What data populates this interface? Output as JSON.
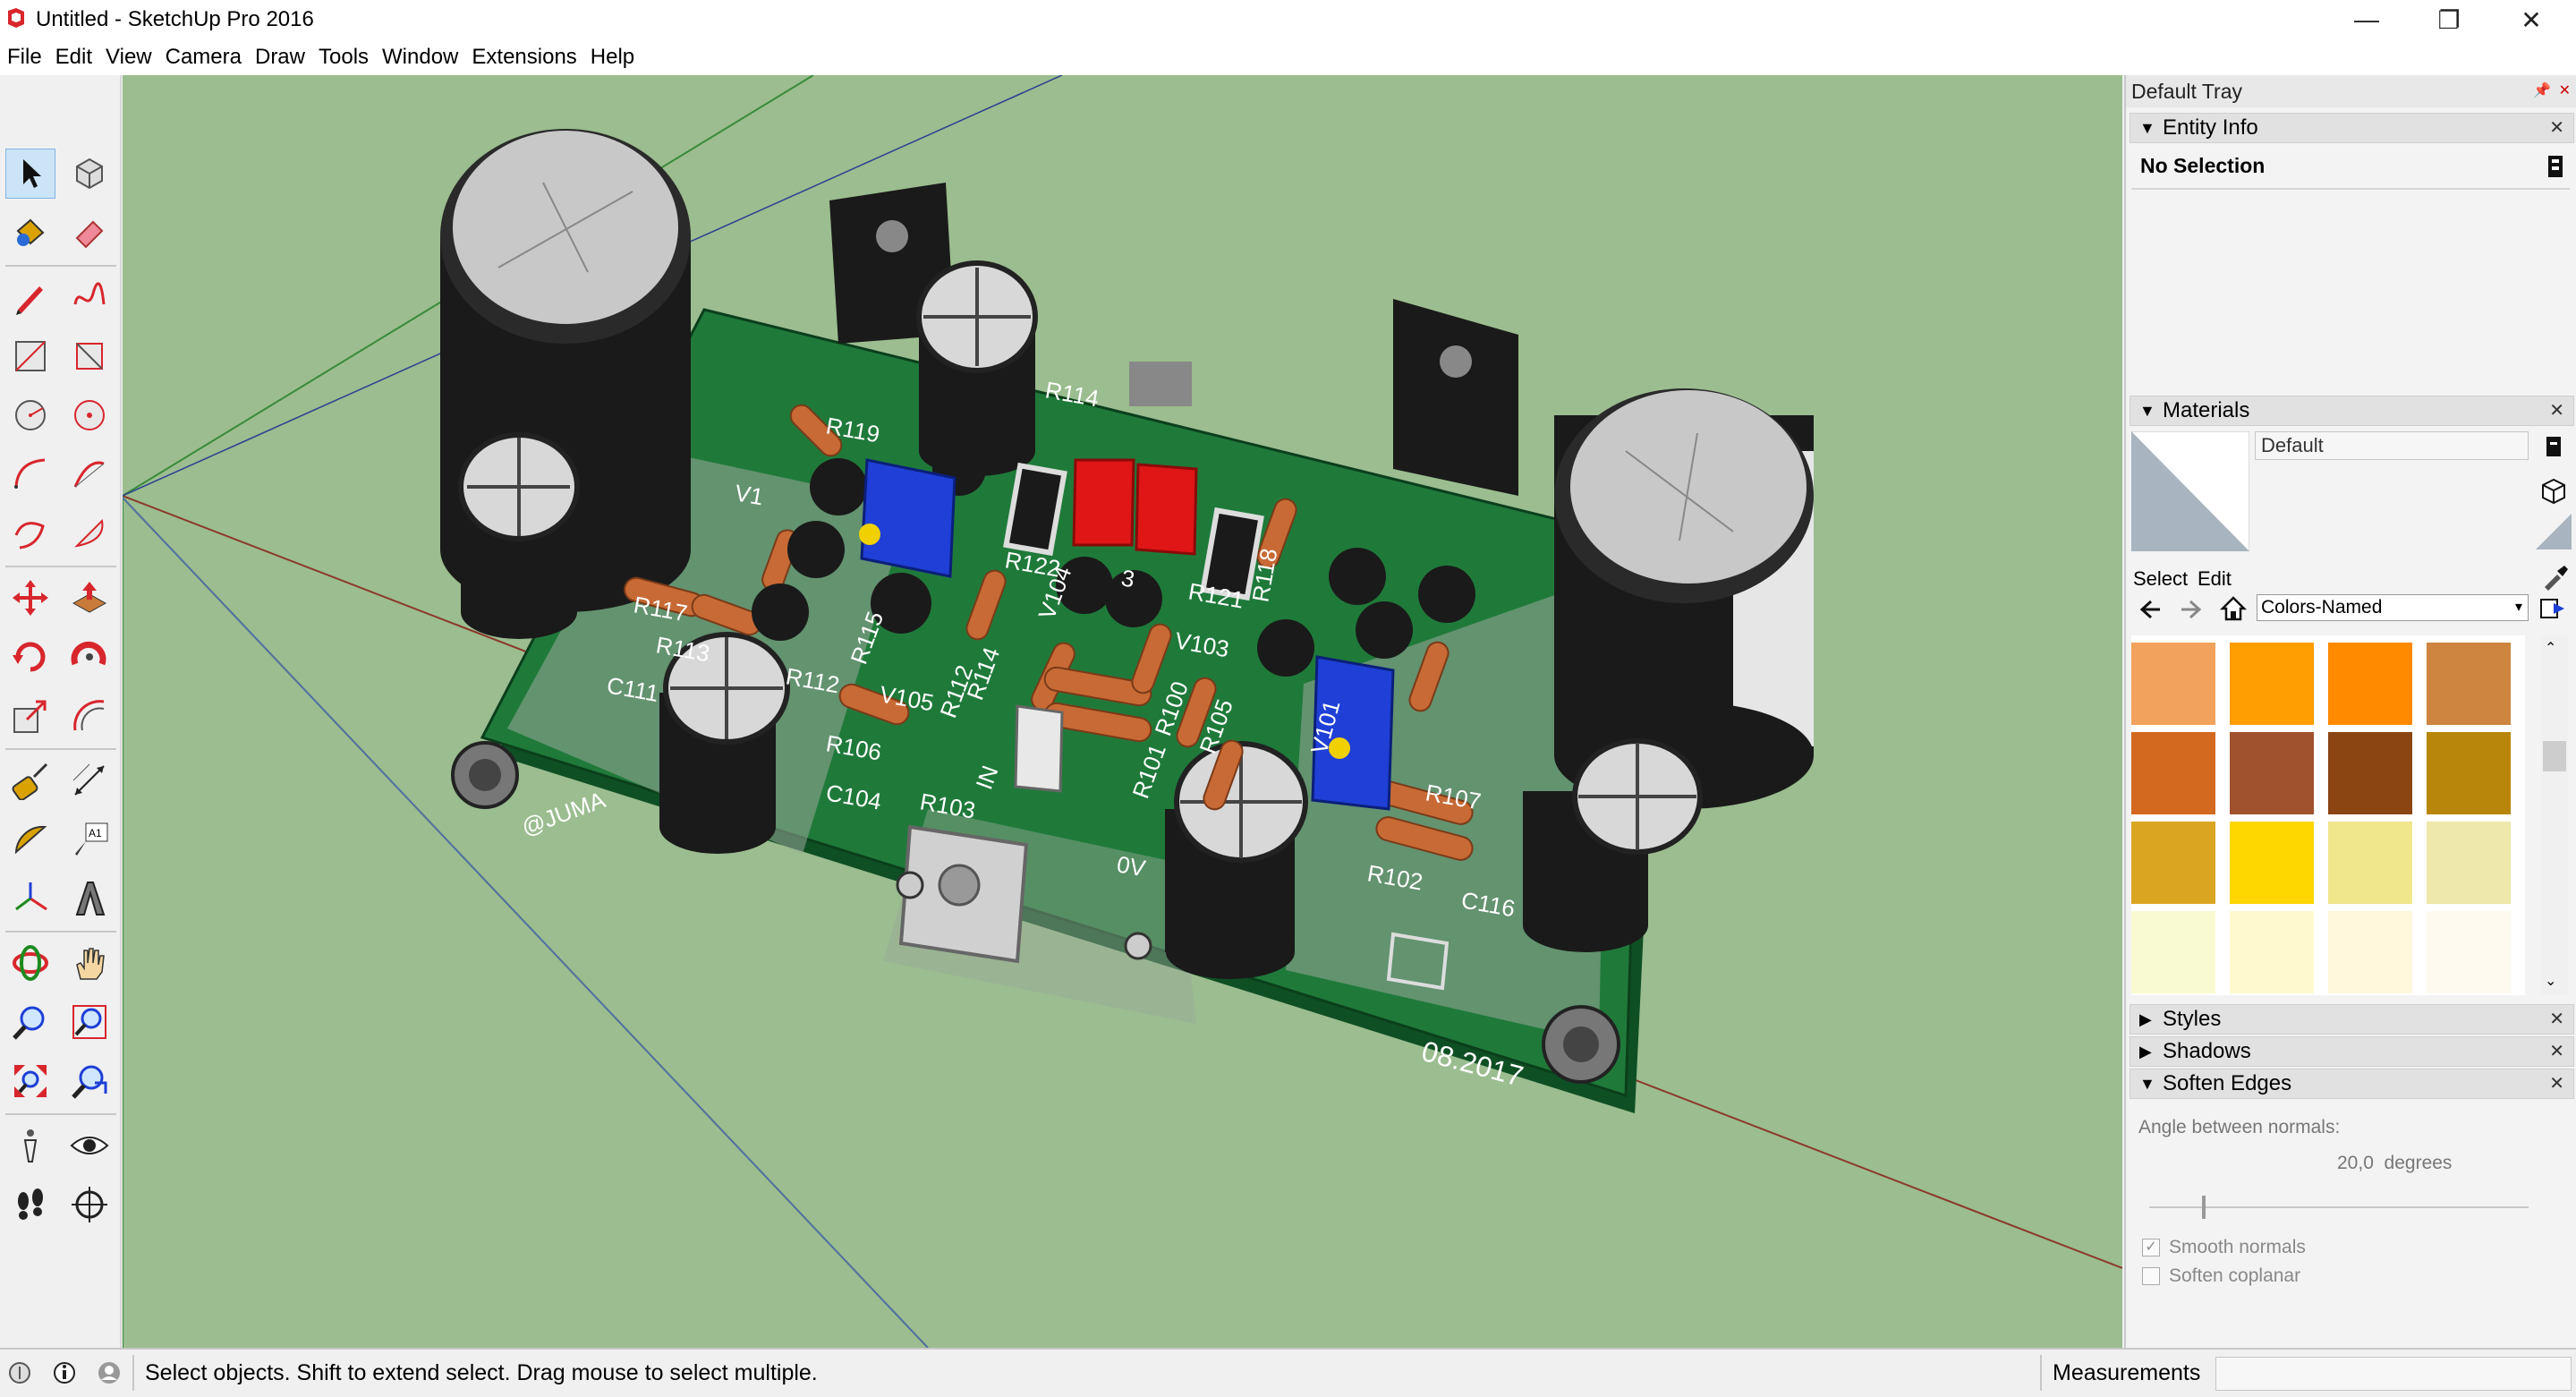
{
  "window": {
    "title": "Untitled - SketchUp Pro 2016",
    "minimize_glyph": "—",
    "maximize_glyph": "❐",
    "close_glyph": "✕"
  },
  "menu": [
    "File",
    "Edit",
    "View",
    "Camera",
    "Draw",
    "Tools",
    "Window",
    "Extensions",
    "Help"
  ],
  "toolbar": {
    "tools": [
      "select",
      "make-component",
      "paint-bucket",
      "eraser",
      "line",
      "freehand",
      "rectangle",
      "rotated-rectangle",
      "circle",
      "polygon",
      "arc",
      "two-point-arc",
      "three-point-arc",
      "pie",
      "move",
      "push-pull",
      "rotate",
      "follow-me",
      "scale",
      "offset",
      "tape-measure",
      "dimension",
      "protractor",
      "text",
      "axes",
      "3d-text",
      "orbit",
      "pan",
      "zoom",
      "zoom-window",
      "zoom-extents",
      "previous-view",
      "position-camera",
      "look-around",
      "walk",
      "section-plane"
    ],
    "selected": "select"
  },
  "model": {
    "labels": [
      "R119",
      "R114",
      "R122",
      "R121",
      "R118",
      "R117",
      "R113",
      "R112",
      "R115",
      "V105",
      "R112",
      "R114",
      "V104",
      "V103",
      "R100",
      "R105",
      "V101",
      "R106",
      "C104",
      "R103",
      "R101",
      "C111",
      "R107",
      "R102",
      "C116",
      "@JUMA",
      "IN",
      "0V",
      "3",
      "08.2017",
      "V1"
    ],
    "colors": {
      "background": "#9bbd8f",
      "pcb": "#1f7a3a",
      "pcb_dark": "#0f4f24",
      "cap_body": "#1a1a1a",
      "cap_top": "#c8c8c8",
      "resistor": "#c86a35",
      "trimmer": "#1f3fd6",
      "relay": "#e01515",
      "pad": "#b8b8b8"
    }
  },
  "tray": {
    "title": "Default Tray",
    "entity_info": {
      "header": "Entity Info",
      "selection": "No Selection"
    },
    "materials": {
      "header": "Materials",
      "current_name": "Default",
      "tab_select": "Select",
      "tab_edit": "Edit",
      "collection": "Colors-Named",
      "dropdown_glyph": "▾",
      "swatches": [
        "#f2a25c",
        "#ff9e00",
        "#ff8a00",
        "#cd853f",
        "#d2691e",
        "#a0522d",
        "#8b4513",
        "#b8860b",
        "#daa520",
        "#ffd700",
        "#f0e68c",
        "#eee8aa",
        "#fafad2",
        "#fffacd",
        "#fff8dc",
        "#fffaf0"
      ]
    },
    "styles_header": "Styles",
    "shadows_header": "Shadows",
    "soften": {
      "header": "Soften Edges",
      "angle_label": "Angle between normals:",
      "angle_value": "20,0  degrees",
      "slider_value_fraction": 0.14,
      "smooth_normals": "Smooth normals",
      "smooth_checked": true,
      "soften_coplanar": "Soften coplanar",
      "coplanar_checked": false
    },
    "close_glyph": "✕",
    "collapse_glyph": "▶",
    "expand_glyph": "▼"
  },
  "status": {
    "message": "Select objects. Shift to extend select. Drag mouse to select multiple.",
    "measurements_label": "Measurements"
  }
}
